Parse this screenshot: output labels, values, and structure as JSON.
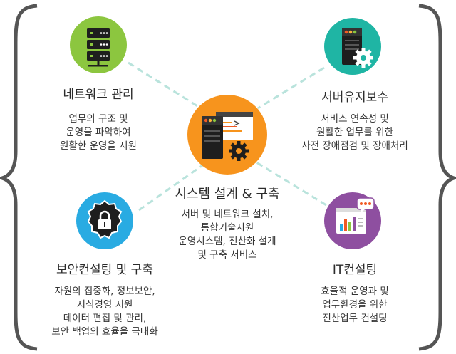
{
  "center": {
    "title": "시스템 설계 & 구축",
    "lines": [
      "서버 및 네트워크 설치,",
      "통합기술지원",
      "운영시스템, 전산화 설계",
      "및 구축 서비스"
    ],
    "color": "#f7941d"
  },
  "network": {
    "title": "네트워크 관리",
    "lines": [
      "업무의 구조 및",
      "운영을 파악하여",
      "원활한 운영을 지원"
    ],
    "color": "#8cc63f"
  },
  "server": {
    "title": "서버유지보수",
    "lines": [
      "서비스 연속성 및",
      "원활한 업무를 위한",
      "사전 장애점검 및 장애처리"
    ],
    "color": "#1fb5a4"
  },
  "security": {
    "title": "보안컨설팅 및 구축",
    "lines": [
      "자원의 집중화, 정보보안,",
      "지식경영 지원",
      "데이터 편집 및 관리,",
      "보안 백업의 효율을 극대화"
    ],
    "color": "#29abe2"
  },
  "it": {
    "title": "IT컨설팅",
    "lines": [
      "효율적 운영과 및",
      "업무환경을 위한",
      "전산업무 컨설팅"
    ],
    "color": "#8e4fa0"
  },
  "connector_color": "#b9e3dc"
}
